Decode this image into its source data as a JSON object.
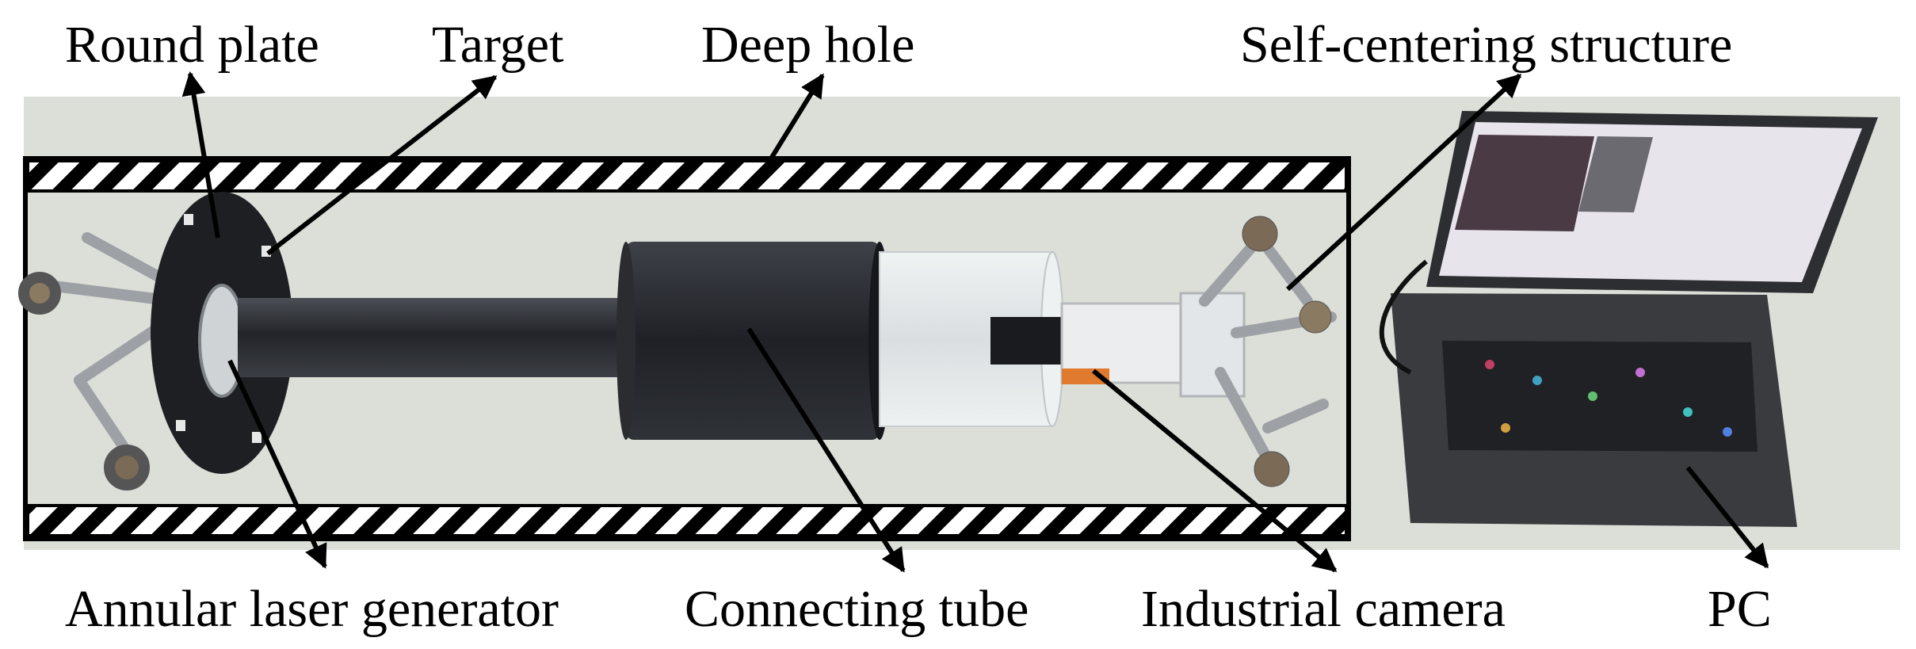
{
  "labels": {
    "round_plate": "Round plate",
    "target": "Target",
    "deep_hole": "Deep hole",
    "self_centering": "Self-centering structure",
    "annular_laser": "Annular laser generator",
    "connecting_tube": "Connecting tube",
    "industrial_camera": "Industrial camera",
    "pc": "PC"
  },
  "colors": {
    "background_photo": "#dcdfd8",
    "hatch": "#000000",
    "arrow": "#000000",
    "tube_dark": "#2a2c30",
    "acrylic": "#e6eaec",
    "laptop_body": "#3a3b3e",
    "screen": "#e8e4ec"
  }
}
